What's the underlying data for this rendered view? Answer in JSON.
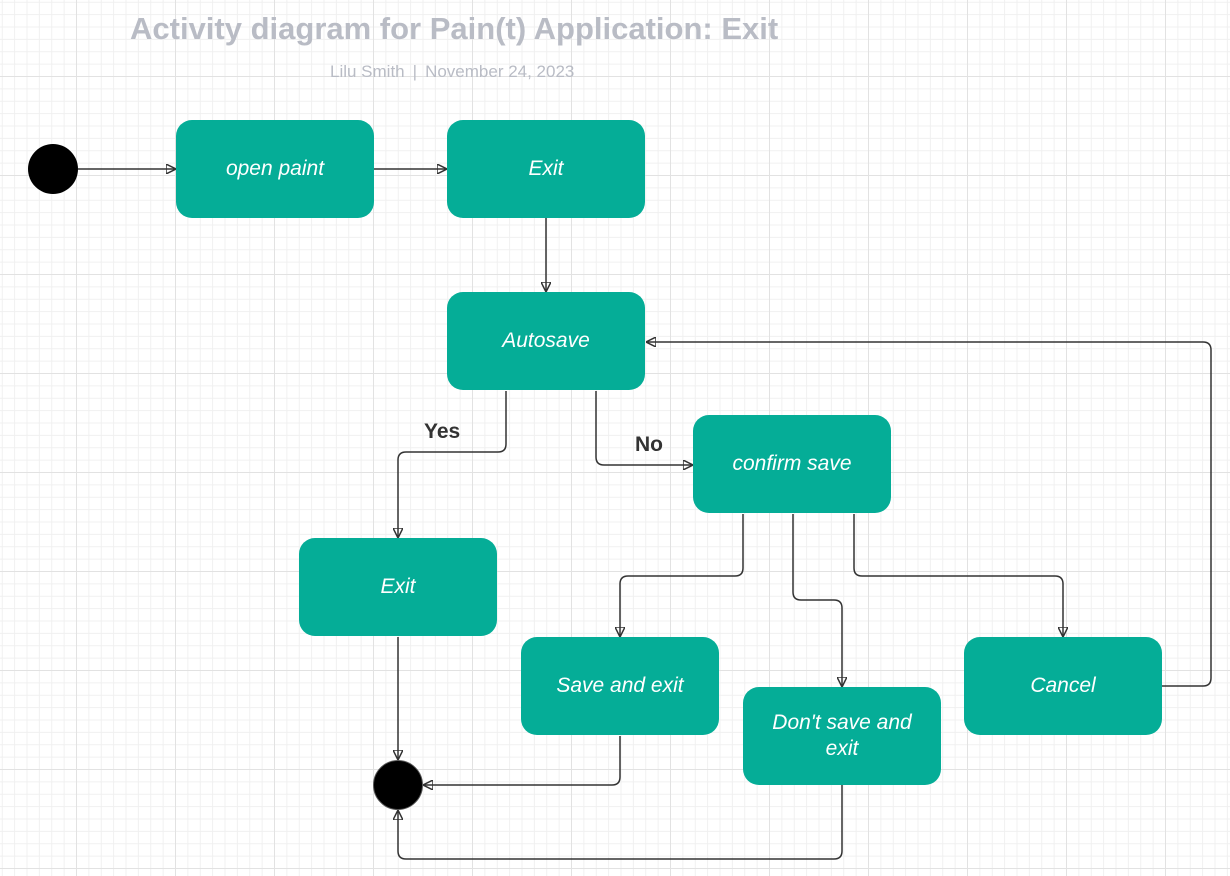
{
  "header": {
    "title": "Activity diagram for Pain(t) Application: Exit",
    "author": "Lilu Smith",
    "separator": "|",
    "date": "November 24, 2023"
  },
  "nodes": {
    "open_paint": "open paint",
    "exit_top": "Exit",
    "autosave": "Autosave",
    "confirm_save": "confirm save",
    "exit_left": "Exit",
    "save_and_exit": "Save and exit",
    "dont_save_and_exit": "Don't save and exit",
    "cancel": "Cancel"
  },
  "edge_labels": {
    "yes": "Yes",
    "no": "No"
  },
  "colors": {
    "node_fill": "#05ad97",
    "node_text": "#ffffff",
    "edge": "#333333",
    "title": "#b9bcc5"
  }
}
